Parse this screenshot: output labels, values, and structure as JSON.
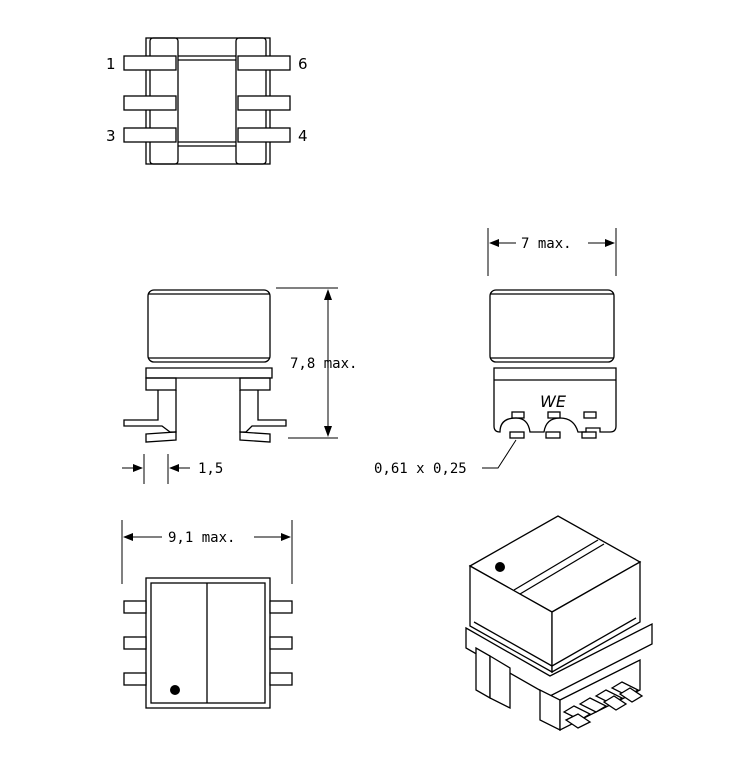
{
  "pins": {
    "p1": "1",
    "p3": "3",
    "p4": "4",
    "p6": "6"
  },
  "dims": {
    "height": "7,8 max.",
    "width_side": "7 max.",
    "lead": "1,5",
    "pad": "0,61 x 0,25",
    "length": "9,1 max."
  },
  "logo": "WE",
  "colors": {
    "line": "#000000",
    "background": "#ffffff"
  }
}
